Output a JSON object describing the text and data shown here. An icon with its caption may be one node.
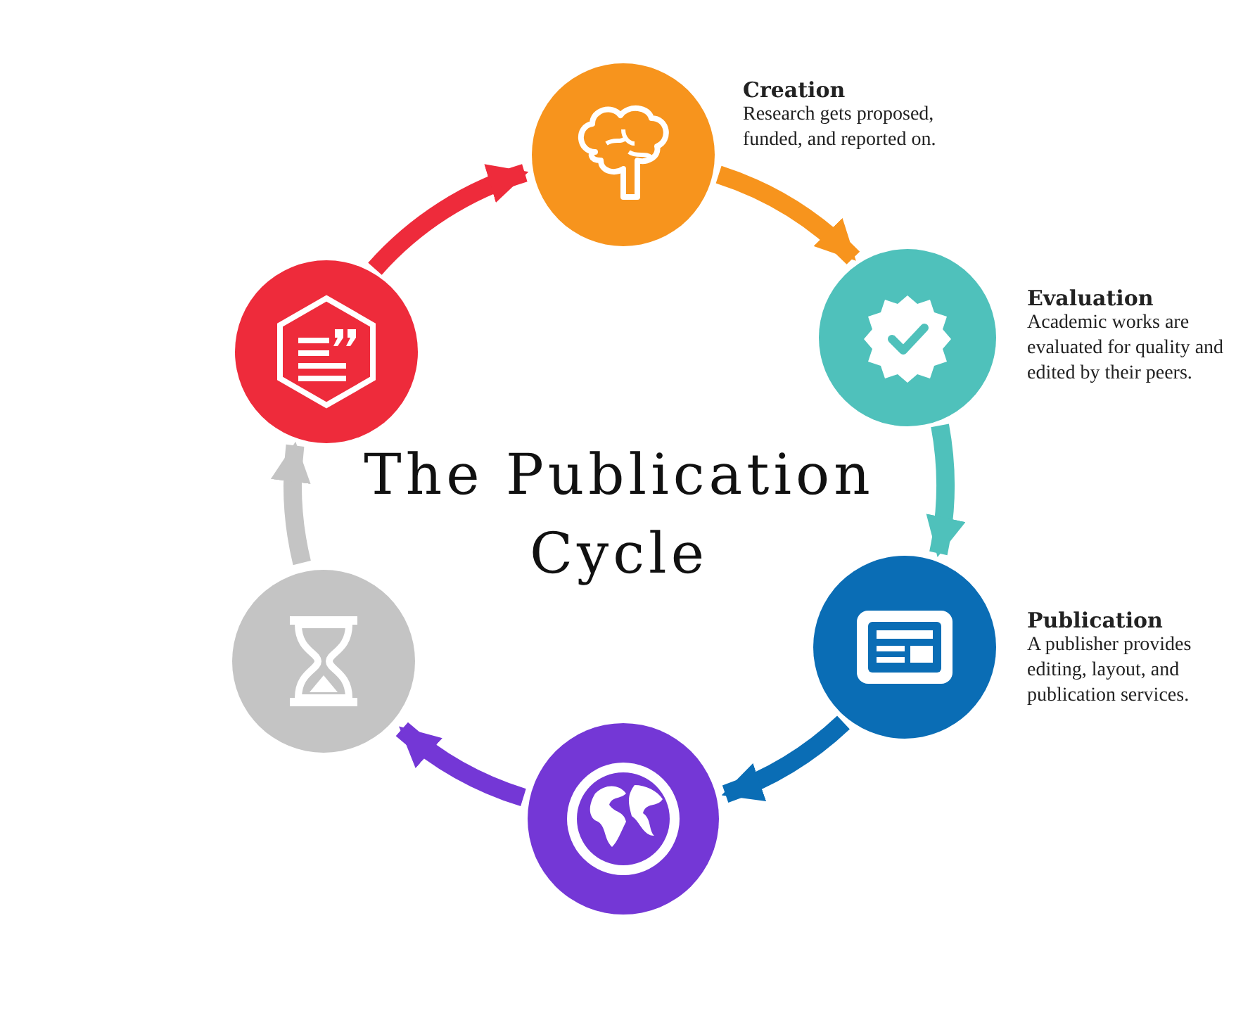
{
  "diagram": {
    "title": "The Publication Cycle",
    "nodes": [
      {
        "text": [],
        "shape": "circle",
        "beside": [
          "Creation",
          "Research gets proposed, funded, and reported on."
        ]
      },
      {
        "text": [],
        "shape": "circle",
        "beside": [
          "Evaluation",
          "Academic works are evaluated for quality and edited by their peers."
        ]
      },
      {
        "text": [],
        "shape": "circle",
        "beside": [
          "Publication",
          "A publisher provides editing, layout, and publication services."
        ]
      },
      {
        "text": [],
        "shape": "circle"
      },
      {
        "text": [],
        "shape": "circle"
      },
      {
        "text": [],
        "shape": "circle"
      }
    ],
    "edges": [
      {
        "from": 0,
        "to": 1,
        "arrow": "to",
        "color": "#f7941d"
      },
      {
        "from": 1,
        "to": 2,
        "arrow": "to",
        "color": "#4fc1bb"
      },
      {
        "from": 2,
        "to": 3,
        "arrow": "to",
        "color": "#0a6db5"
      },
      {
        "from": 3,
        "to": 4,
        "arrow": "to",
        "color": "#7437d6"
      },
      {
        "from": 4,
        "to": 5,
        "arrow": "to",
        "color": "#c4c4c4"
      },
      {
        "from": 5,
        "to": 0,
        "arrow": "to",
        "color": "#ee2b3b"
      }
    ]
  }
}
